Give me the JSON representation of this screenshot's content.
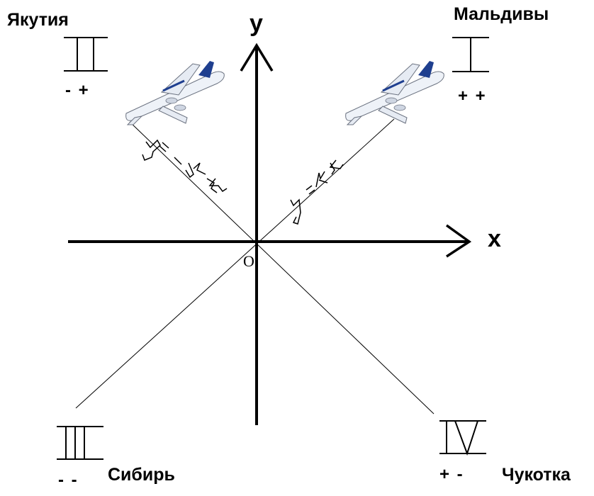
{
  "axes": {
    "x_label": "x",
    "y_label": "y",
    "origin_label": "O"
  },
  "lines": [
    {
      "formula": "y=-kx"
    },
    {
      "formula": "y=kx"
    }
  ],
  "quadrants": [
    {
      "numeral": "I",
      "region": "Мальдивы",
      "signs": "+ +",
      "airplane": true
    },
    {
      "numeral": "II",
      "region": "Якутия",
      "signs": "- +",
      "airplane": true
    },
    {
      "numeral": "III",
      "region": "Сибирь",
      "signs": "- -",
      "airplane": false
    },
    {
      "numeral": "IV",
      "region": "Чукотка",
      "signs": "+ -",
      "airplane": false
    }
  ],
  "colors": {
    "ink": "#000000",
    "plane_body": "#eef2f8",
    "plane_accent": "#1f3f8f"
  },
  "icons": [
    "airplane-icon"
  ]
}
